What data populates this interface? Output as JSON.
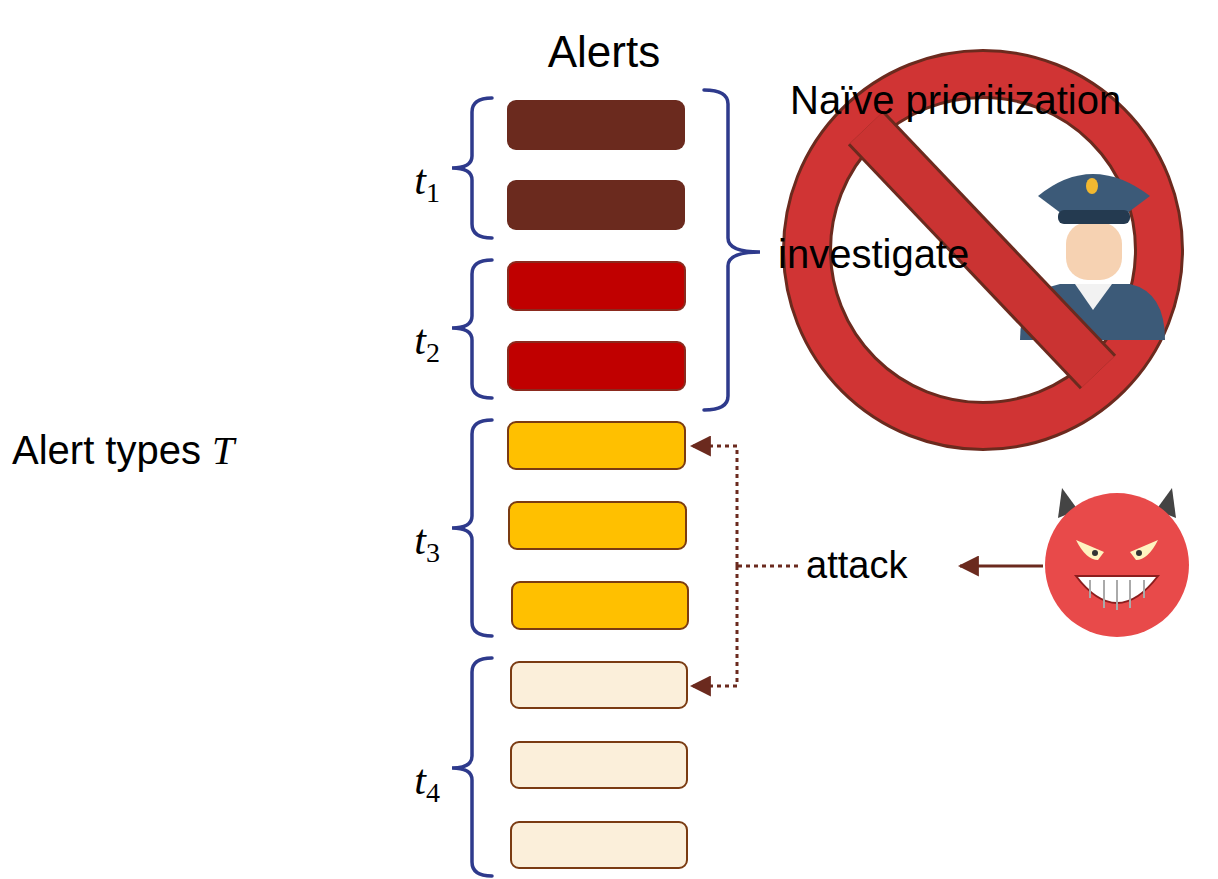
{
  "diagram": {
    "title": "Alerts",
    "labels": [
      "t1",
      "t2",
      "t3",
      "t4",
      "Alert types T",
      "Naïve prioritization",
      "investigate",
      "attack"
    ]
  }
}
